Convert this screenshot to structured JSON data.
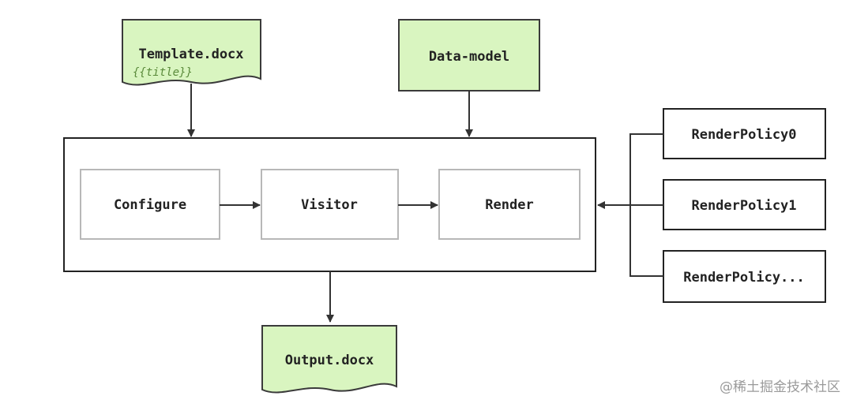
{
  "template_doc": {
    "name": "Template.docx",
    "placeholder": "{{title}}"
  },
  "data_model": {
    "name": "Data-model"
  },
  "pipeline": {
    "stages": [
      "Configure",
      "Visitor",
      "Render"
    ]
  },
  "policies": [
    "RenderPolicy0",
    "RenderPolicy1",
    "RenderPolicy..."
  ],
  "output_doc": {
    "name": "Output.docx"
  },
  "watermark": "@稀土掘金技术社区",
  "colors": {
    "doc_fill": "#d9f5c0",
    "doc_stroke": "#3a3a3a",
    "stage_stroke": "#b8b8b8",
    "line": "#333333"
  }
}
